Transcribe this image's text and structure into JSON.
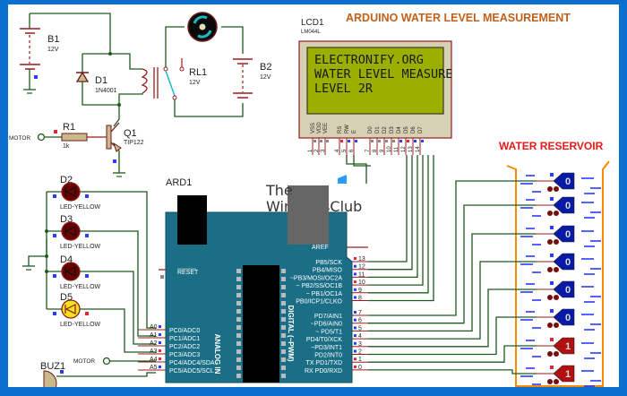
{
  "title": "ARDUINO WATER LEVEL MEASUREMENT",
  "watermark": {
    "line1": "The",
    "line2": "WindowsClub"
  },
  "components": {
    "b1": {
      "ref": "B1",
      "value": "12V"
    },
    "b2": {
      "ref": "B2",
      "value": "12V"
    },
    "d1": {
      "ref": "D1",
      "value": "1N4001"
    },
    "rl1": {
      "ref": "RL1",
      "value": "12V"
    },
    "r1": {
      "ref": "R1",
      "value": "1k"
    },
    "q1": {
      "ref": "Q1",
      "value": "TIP122"
    },
    "motor_terminal_top": "MOTOR",
    "motor_terminal_bottom": "MOTOR",
    "ard1": {
      "ref": "ARD1"
    },
    "buz1": {
      "ref": "BUZ1"
    },
    "leds": [
      {
        "ref": "D2",
        "value": "LED-YELLOW",
        "lit": false
      },
      {
        "ref": "D3",
        "value": "LED-YELLOW",
        "lit": false
      },
      {
        "ref": "D4",
        "value": "LED-YELLOW",
        "lit": false
      },
      {
        "ref": "D5",
        "value": "LED-YELLOW",
        "lit": true
      }
    ],
    "lcd1": {
      "ref": "LCD1",
      "value": "LM044L"
    }
  },
  "lcd": {
    "lines": [
      "ELECTRONIFY.ORG",
      "WATER LEVEL MEASURE",
      "LEVEL 2R"
    ],
    "pin_labels": [
      "VSS",
      "VDD",
      "VEE",
      "RS",
      "RW",
      "E",
      "D0",
      "D1",
      "D2",
      "D3",
      "D4",
      "D5",
      "D6",
      "D7"
    ],
    "pin_numbers": [
      "1",
      "2",
      "3",
      "4",
      "5",
      "6",
      "7",
      "8",
      "9",
      "10",
      "11",
      "12",
      "13",
      "14"
    ]
  },
  "arduino": {
    "aref": "AREF",
    "reset": "RESET",
    "analog_label": "ANALOG IN",
    "digital_label": "DIGITAL (~PWM)",
    "analog_pins": [
      {
        "num": "A0",
        "name": "PC0/ADC0"
      },
      {
        "num": "A1",
        "name": "PC1/ADC1"
      },
      {
        "num": "A2",
        "name": "PC2/ADC2"
      },
      {
        "num": "A3",
        "name": "PC3/ADC3"
      },
      {
        "num": "A4",
        "name": "PC4/ADC4/SDA"
      },
      {
        "num": "A5",
        "name": "PC5/ADC5/SCL"
      }
    ],
    "digital_pins_high": [
      {
        "num": "13",
        "name": "PB5/SCK"
      },
      {
        "num": "12",
        "name": "PB4/MISO"
      },
      {
        "num": "11",
        "name": "~PB3/MOSI/OC2A"
      },
      {
        "num": "10",
        "name": "~ PB2/SS/OC1B"
      },
      {
        "num": "9",
        "name": "~ PB1/OC1A"
      },
      {
        "num": "8",
        "name": "PB0/ICP1/CLKO"
      }
    ],
    "digital_pins_low": [
      {
        "num": "7",
        "name": "PD7/AIN1"
      },
      {
        "num": "6",
        "name": "~PD6/AIN0"
      },
      {
        "num": "5",
        "name": "~ PD5/T1"
      },
      {
        "num": "4",
        "name": "PD4/T0/XCK"
      },
      {
        "num": "3",
        "name": "~PD3/INT1"
      },
      {
        "num": "2",
        "name": "PD2/INT0"
      },
      {
        "num": "1",
        "name": "TX PD1/TXD"
      },
      {
        "num": "0",
        "name": "RX PD0/RXD"
      }
    ]
  },
  "reservoir": {
    "label": "WATER RESERVOIR",
    "sensors": [
      "0",
      "0",
      "0",
      "0",
      "0",
      "0",
      "1",
      "1"
    ]
  },
  "colors": {
    "border": "#0a6fcf",
    "wire": "#1d5b1d",
    "arduino": "#1a6e86",
    "lcd_screen": "#9aaf00",
    "title": "#c0601a",
    "reservoir_label": "#e51919",
    "reservoir": "#ff8a00",
    "sensor_low": "#0a1aa8",
    "sensor_high": "#b01010"
  }
}
